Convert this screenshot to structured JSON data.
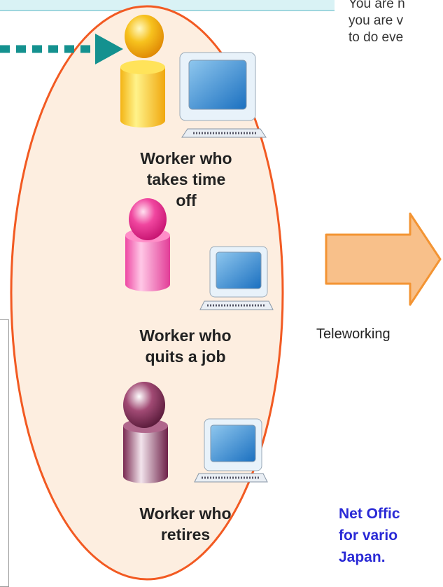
{
  "note": {
    "text": "You are n\nyou are v\nto do eve"
  },
  "workers": [
    {
      "label": "Worker who\ntakes time\noff",
      "icon": "person-with-computer-icon",
      "color": "#f2c21a"
    },
    {
      "label": "Worker who\nquits a job",
      "icon": "person-with-computer-icon",
      "color": "#ee4aa6"
    },
    {
      "label": "Worker who\nretires",
      "icon": "person-with-computer-icon",
      "color": "#8e3a62"
    }
  ],
  "teleworking_label": "Teleworking",
  "net_office_text": "Net Offic\nfor vario\nJapan.",
  "colors": {
    "ellipse_fill": "#fdeee0",
    "ellipse_stroke": "#f25a22",
    "dotted_arrow": "#14918f",
    "big_arrow_fill": "#f8c08a",
    "big_arrow_stroke": "#f39433",
    "net_office_text": "#2a2ad6"
  }
}
